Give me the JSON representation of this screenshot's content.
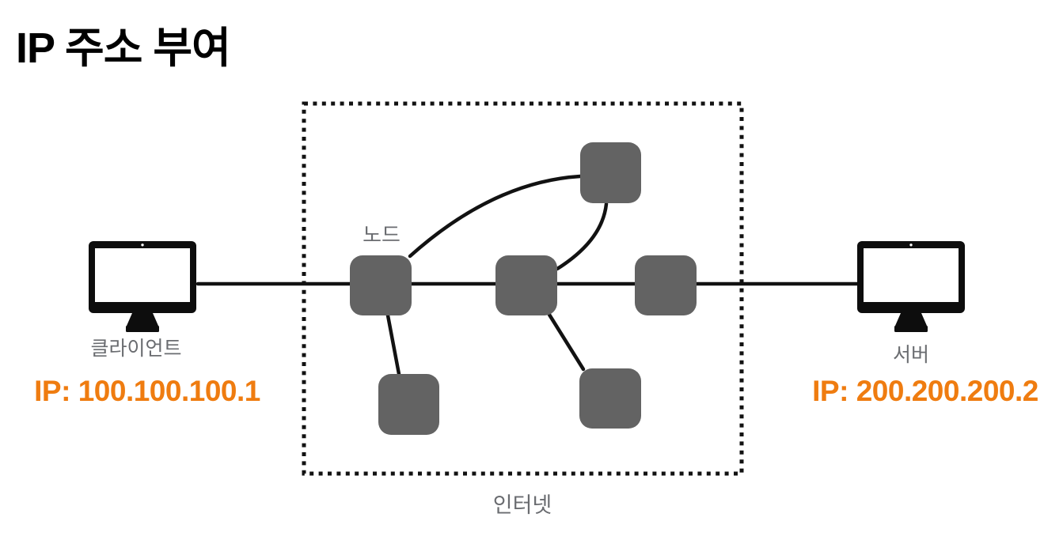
{
  "title": "IP 주소 부여",
  "client": {
    "label": "클라이언트",
    "ip": "IP: 100.100.100.1",
    "icon": "desktop-computer-icon"
  },
  "server": {
    "label": "서버",
    "ip": "IP: 200.200.200.2",
    "icon": "desktop-computer-icon"
  },
  "internet": {
    "box_label": "인터넷",
    "node_label": "노드",
    "node_count": 6,
    "nodes": [
      "node-top",
      "node-left",
      "node-middle",
      "node-right",
      "node-bottom-left",
      "node-bottom-right"
    ],
    "links": [
      "client-to-server-horizontal",
      "node-left-to-node-top-curve",
      "node-top-to-node-middle-curve",
      "node-left-to-node-bottom-left",
      "node-middle-to-node-bottom-right"
    ]
  },
  "colors": {
    "accent_orange": "#ef7c10",
    "node_gray": "#636363",
    "label_gray": "#6a6c70",
    "line_black": "#121212"
  }
}
